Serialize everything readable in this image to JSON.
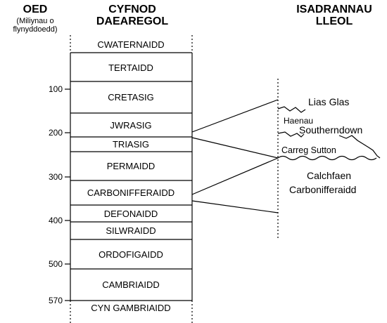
{
  "headers": {
    "age_title": "OED",
    "age_subtitle_line1": "(Miliynau o",
    "age_subtitle_line2": "flynyddoedd)",
    "period_title_line1": "CYFNOD",
    "period_title_line2": "DAEAREGOL",
    "local_title_line1": "ISADRANNAU",
    "local_title_line2": "LLEOL"
  },
  "age_ticks": [
    "100",
    "200",
    "300",
    "400",
    "500",
    "570"
  ],
  "periods": [
    "CWATERNAIDD",
    "TERTAIDD",
    "CRETASIG",
    "JWRASIG",
    "TRIASIG",
    "PERMAIDD",
    "CARBONIFFERAIDD",
    "DEFONAIDD",
    "SILWRAIDD",
    "ORDOFIGAIDD",
    "CAMBRIAIDD",
    "CYN GAMBRIAIDD"
  ],
  "local_units": {
    "lias_glas": "Lias Glas",
    "haenau": "Haenau",
    "southerndown": "Southerndown",
    "carreg_sutton": "Carreg Sutton",
    "calchfaen_line1": "Calchfaen",
    "calchfaen_line2": "Carbonifferaidd"
  },
  "colors": {
    "ink": "#000000",
    "background": "#ffffff"
  }
}
